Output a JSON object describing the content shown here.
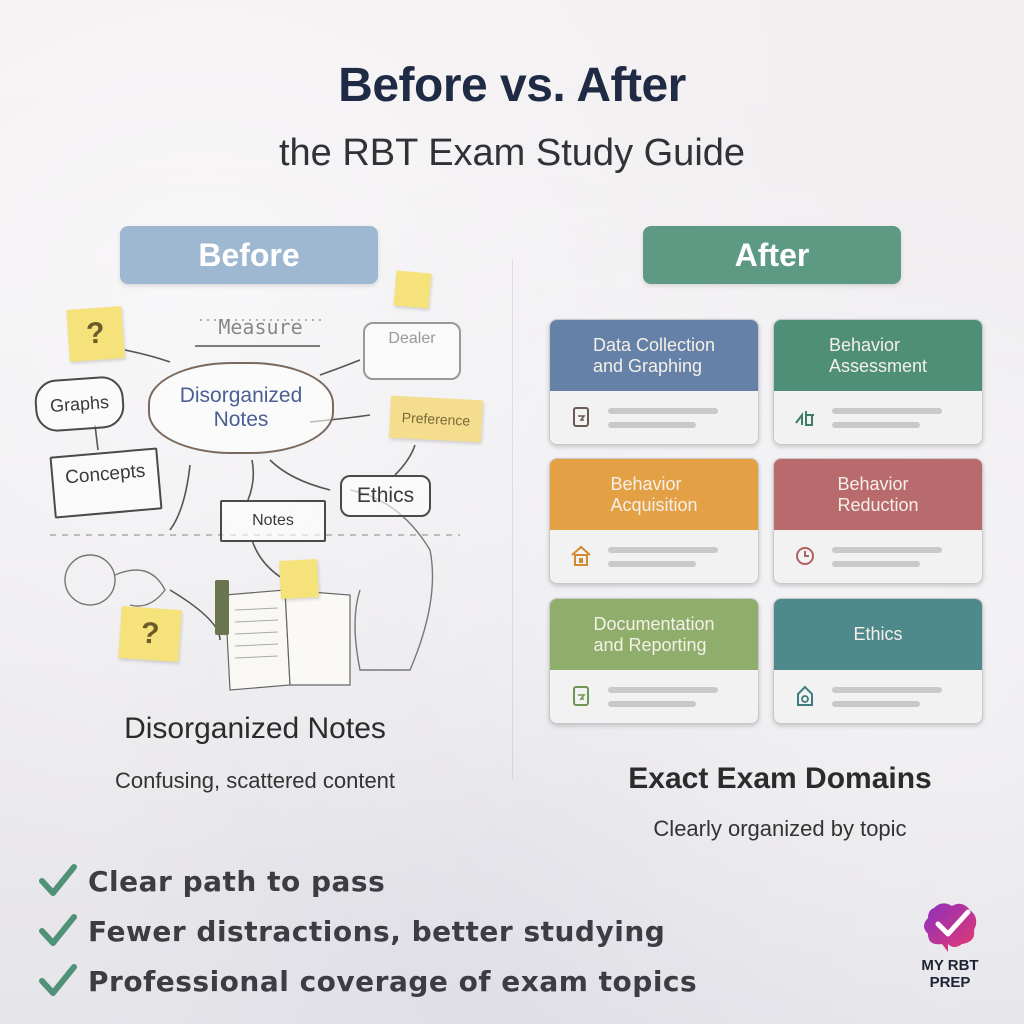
{
  "header": {
    "title": "Before vs. After",
    "subtitle": "the RBT Exam Study Guide"
  },
  "before": {
    "label": "Before",
    "color": "#9fb8d1",
    "sketch": {
      "center_node": [
        "Disorganized",
        "Notes"
      ],
      "nodes": [
        "Measure",
        "Dealer",
        "Graphs",
        "Concepts",
        "Preference",
        "Ethics",
        "Notes",
        "?",
        "?"
      ]
    },
    "caption_title": "Disorganized Notes",
    "caption_sub": "Confusing, scattered content"
  },
  "after": {
    "label": "After",
    "color": "#5c9a83",
    "domains": [
      {
        "line1": "Data Collection",
        "line2": "and Graphing",
        "color": "#6681a8",
        "icon": "document-icon"
      },
      {
        "line1": "Behavior",
        "line2": "Assessment",
        "color": "#4f8f78",
        "icon": "assessment-icon"
      },
      {
        "line1": "Behavior",
        "line2": "Acquisition",
        "color": "#e4a045",
        "icon": "house-icon"
      },
      {
        "line1": "Behavior",
        "line2": "Reduction",
        "color": "#b86a6c",
        "icon": "clock-icon"
      },
      {
        "line1": "Documentation",
        "line2": "and Reporting",
        "color": "#8fae6c",
        "icon": "clipboard-icon"
      },
      {
        "line1": "Ethics",
        "line2": "",
        "color": "#4e8a8c",
        "icon": "ethics-icon"
      }
    ],
    "caption_title": "Exact Exam Domains",
    "caption_sub": "Clearly organized by topic"
  },
  "benefits": [
    "Clear path to pass",
    "Fewer distractions, better studying",
    "Professional coverage of exam topics"
  ],
  "brand": {
    "line1": "MY RBT",
    "line2": "PREP"
  },
  "colors": {
    "check": "#4f9278",
    "title": "#1f2b44"
  }
}
